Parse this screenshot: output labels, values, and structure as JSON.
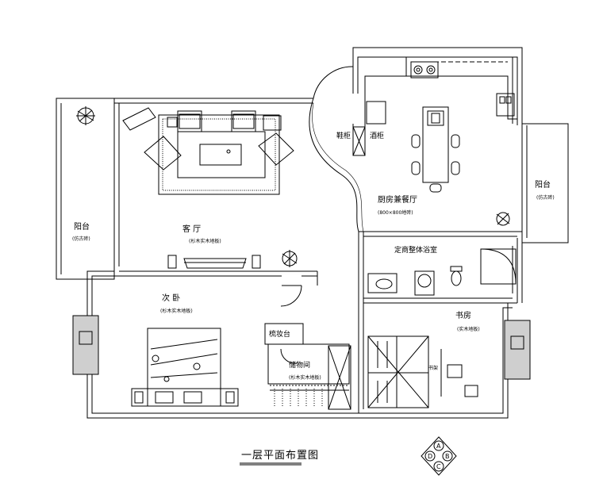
{
  "rooms": {
    "living": {
      "name": "客 厅",
      "sub": "(杉木实木地板)"
    },
    "balcony_left": {
      "name": "阳台",
      "sub": "(仿古砖)"
    },
    "kitchen_dining": {
      "name": "厨房兼餐厅",
      "sub": "(800×800地砖)"
    },
    "balcony_right": {
      "name": "阳台",
      "sub": "(仿古砖)"
    },
    "bathroom": {
      "name": "定商整体浴室"
    },
    "bedroom": {
      "name": "次 卧",
      "sub": "(杉木实木地板)"
    },
    "storage": {
      "name": "储物间",
      "sub": "(杉木实木地板)"
    },
    "study": {
      "name": "书房",
      "sub": "(实木地板)"
    }
  },
  "fixtures": {
    "wardrobe_cabinet": "鞋柜",
    "wine_cabinet": "酒柜",
    "dresser": "梳妆台",
    "book_shelf": "书架"
  },
  "title": "一层平面布置图",
  "compass": {
    "top": "A",
    "right": "B",
    "bottom": "C",
    "left": "D"
  },
  "colors": {
    "line": "#000000",
    "tile": "#cfcfcf"
  }
}
